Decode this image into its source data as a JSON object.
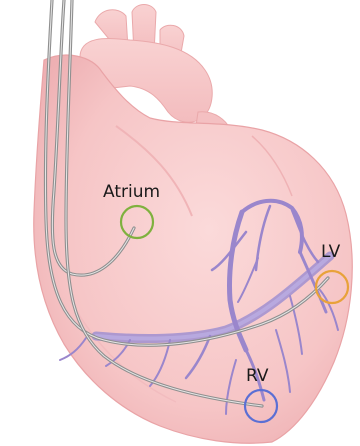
{
  "labels": {
    "atrium": "Atrium",
    "lv": "LV",
    "rv": "RV"
  },
  "colors": {
    "heart_fill": "#f7c9c9",
    "heart_edge": "#eba7a9",
    "vessel": "#9a86cc",
    "lead": "#8f8f8f",
    "atrium_ring": "#7fb13e",
    "lv_ring": "#e8a23a",
    "rv_ring": "#5b6fd4"
  }
}
